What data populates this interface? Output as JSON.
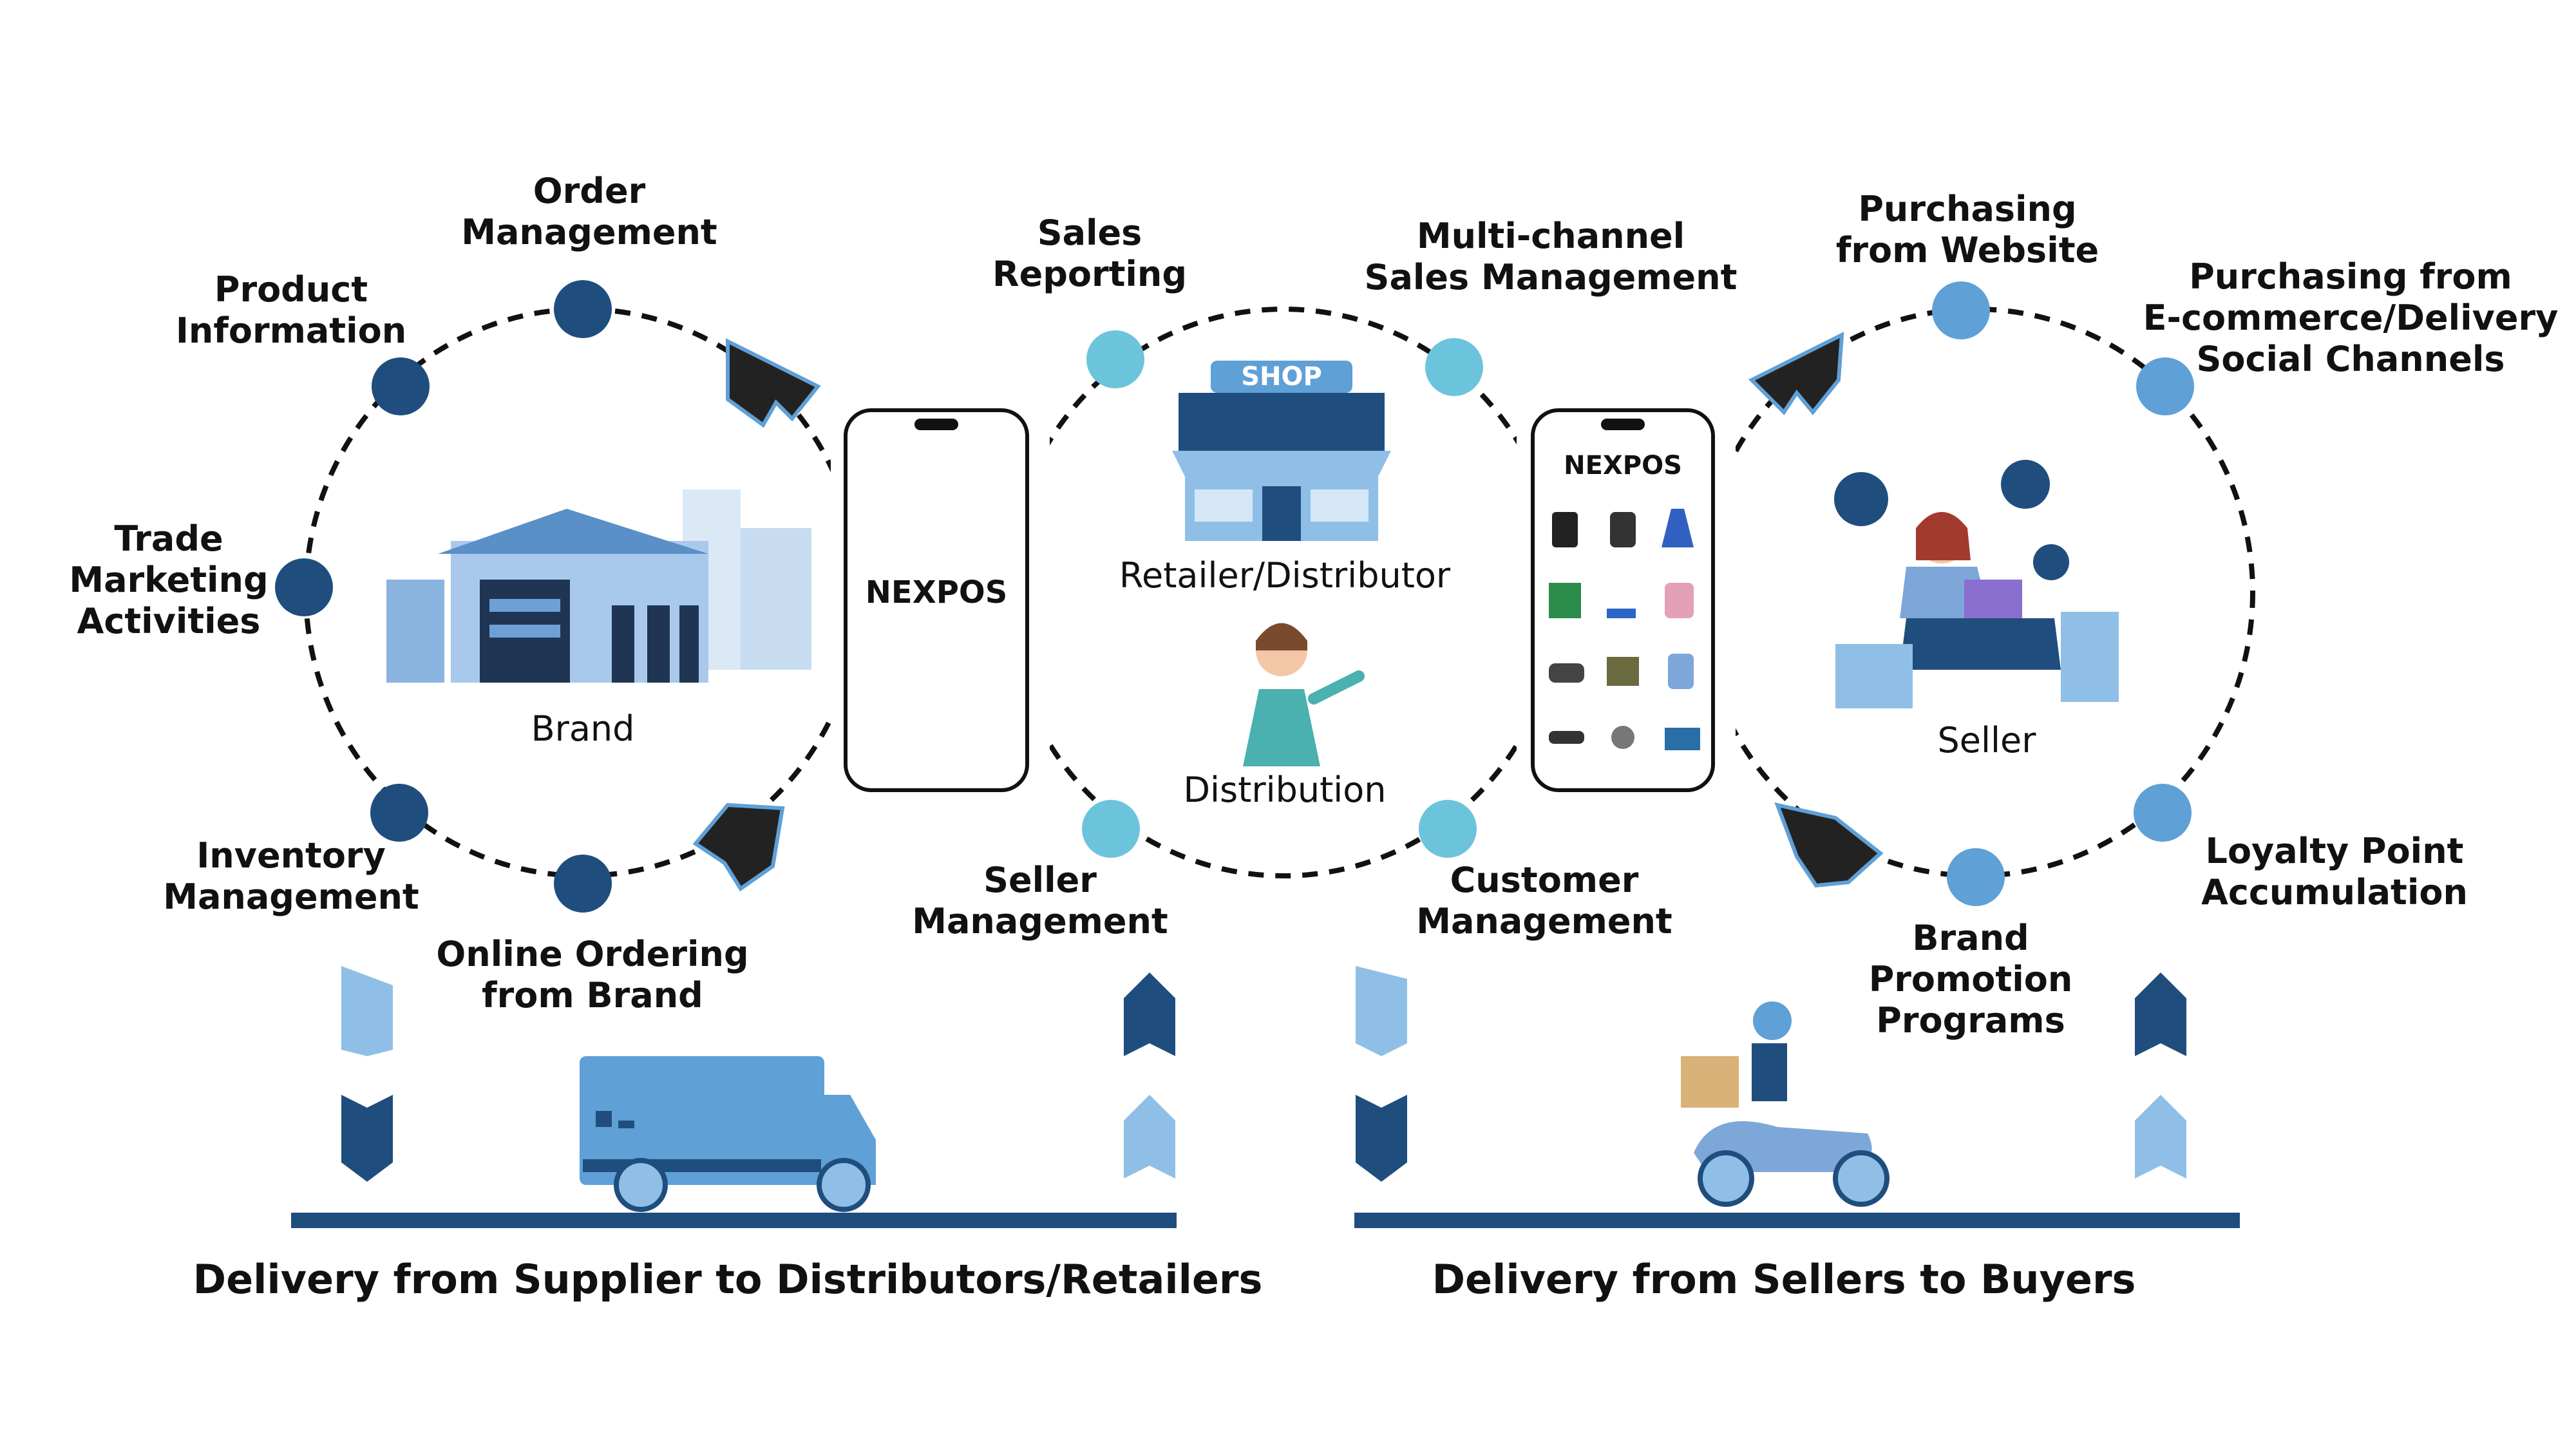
{
  "left_cycle": {
    "nodes": [
      {
        "id": "order-management",
        "lines": [
          "Order",
          "Management"
        ]
      },
      {
        "id": "product-information",
        "lines": [
          "Product",
          "Information"
        ]
      },
      {
        "id": "trade-marketing",
        "lines": [
          "Trade",
          "Marketing",
          "Activities"
        ]
      },
      {
        "id": "inventory-management",
        "lines": [
          "Inventory",
          "Management"
        ]
      },
      {
        "id": "online-ordering",
        "lines": [
          "Online Ordering",
          "from Brand"
        ]
      }
    ],
    "center_label": "Brand",
    "node_color": "#1f4e7e"
  },
  "middle_cycle": {
    "nodes": [
      {
        "id": "sales-reporting",
        "lines": [
          "Sales",
          "Reporting"
        ]
      },
      {
        "id": "multi-channel",
        "lines": [
          "Multi-channel",
          "Sales Management"
        ]
      },
      {
        "id": "seller-management",
        "lines": [
          "Seller",
          "Management"
        ]
      },
      {
        "id": "customer-management",
        "lines": [
          "Customer",
          "Management"
        ]
      }
    ],
    "shop_sign": "SHOP",
    "center_label": "Retailer/Distributor",
    "sub_label": "Distribution",
    "node_color": "#6cc4dc"
  },
  "right_cycle": {
    "nodes": [
      {
        "id": "purchasing-website",
        "lines": [
          "Purchasing",
          "from Website"
        ]
      },
      {
        "id": "purchasing-ecommerce",
        "lines": [
          "Purchasing from",
          "E-commerce/Delivery",
          "Social Channels"
        ]
      },
      {
        "id": "loyalty-point",
        "lines": [
          "Loyalty Point",
          "Accumulation"
        ]
      },
      {
        "id": "brand-promotion",
        "lines": [
          "Brand",
          "Promotion",
          "Programs"
        ]
      }
    ],
    "center_label": "Seller",
    "node_color": "#5fa0d6"
  },
  "phones": {
    "left_brand": "NEXPOS",
    "right_brand": "NEXPOS"
  },
  "bottom": {
    "left_title": "Delivery from Supplier to Distributors/Retailers",
    "right_title": "Delivery from Sellers to Buyers"
  },
  "colors": {
    "dark_blue": "#1f4e7e",
    "mid_blue": "#5fa0d6",
    "light_blue": "#8fbfe6",
    "cyan": "#6cc4dc",
    "arrow_black": "#222222"
  }
}
